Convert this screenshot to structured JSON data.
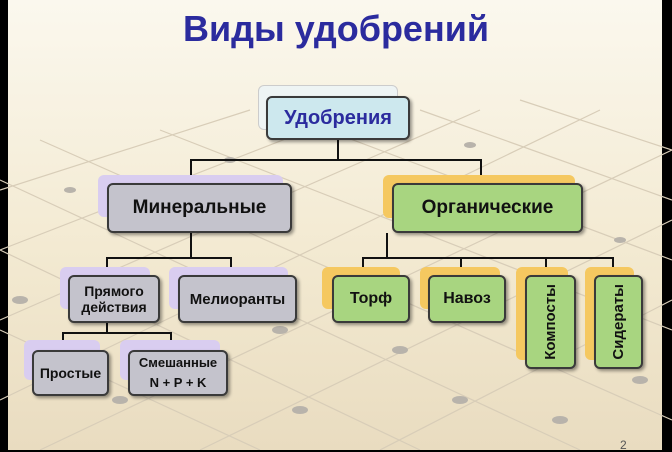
{
  "title": "Виды удобрений",
  "root": "Удобрения",
  "mineral": {
    "label": "Минеральные",
    "children": [
      "Прямого действия",
      "Мелиоранты"
    ],
    "direct_children": [
      "Простые",
      "Смешанные N + P + K"
    ]
  },
  "organic": {
    "label": "Органические",
    "children": [
      "Торф",
      "Навоз",
      "Компосты",
      "Сидераты"
    ]
  },
  "page_number": "2",
  "colors": {
    "title": "#2b2b9e",
    "root": "#cde8ee",
    "mineral": "#c4c3cc",
    "mineral_back": "#d9cdf0",
    "organic": "#a8d580",
    "organic_back": "#f5c860"
  }
}
